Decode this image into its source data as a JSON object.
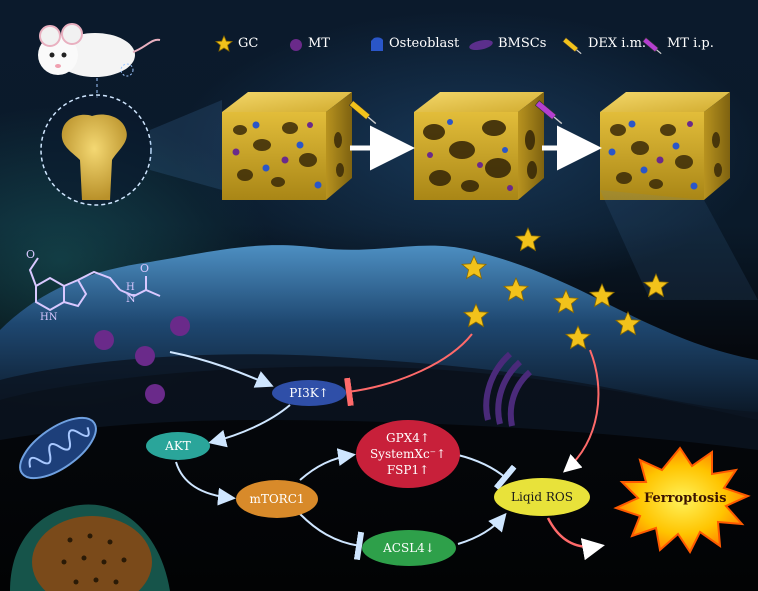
{
  "legend": {
    "gc": "GC",
    "mt": "MT",
    "osteoblast": "Osteoblast",
    "bmscs": "BMSCs",
    "dex": "DEX i.m.",
    "mt_ip": "MT i.p."
  },
  "pathway": {
    "pi3k": "PI3K↑",
    "akt": "AKT",
    "mtorc1": "mTORC1",
    "gpx4_lines": [
      "GPX4↑",
      "SystemXc⁻↑",
      "FSP1↑"
    ],
    "acsl4": "ACSL4↓",
    "lipid_ros": "Liqid ROS",
    "ferroptosis": "Ferroptosis"
  },
  "colors": {
    "gc": "#f2c21b",
    "mt": "#6a2a8a",
    "pi3k": "#2f4fa8",
    "akt": "#2aa59a",
    "mtorc1": "#d88a2a",
    "gpx4": "#c8203a",
    "acsl4": "#2ea04a",
    "lipid_ros": "#e8e23a",
    "ferroptosis": "#ffd700",
    "activation_arrow": "#bfe0ff",
    "inhibition_arrow": "#ff6a6a"
  }
}
